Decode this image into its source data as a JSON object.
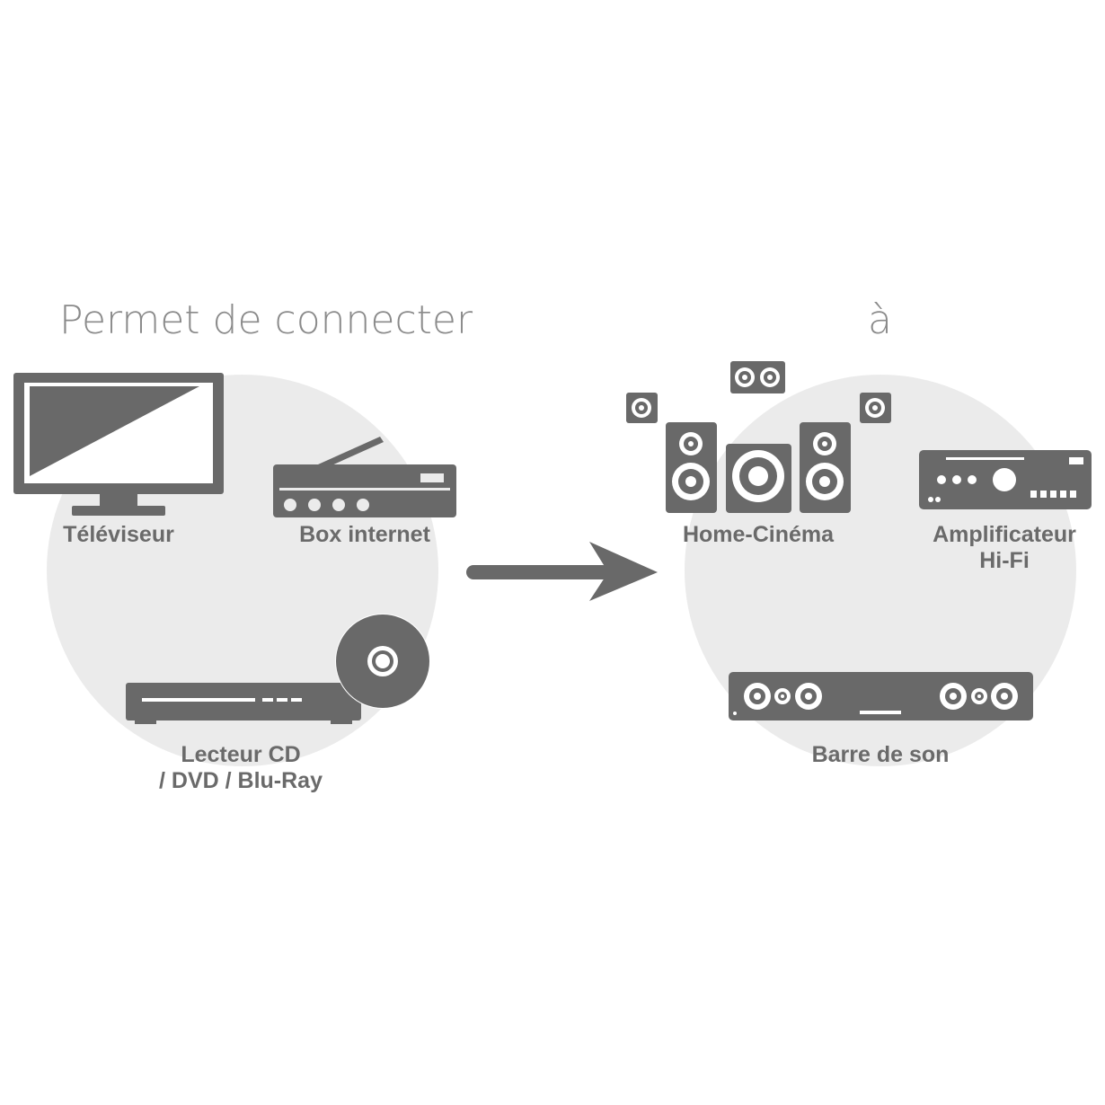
{
  "header": {
    "left_title": "Permet de connecter",
    "right_title": "à"
  },
  "sources": {
    "tv_label": "Téléviseur",
    "box_label": "Box internet",
    "player_label_line1": "Lecteur CD",
    "player_label_line2": "/ DVD / Blu-Ray"
  },
  "destinations": {
    "home_cinema_label": "Home-Cinéma",
    "amp_label_line1": "Amplificateur",
    "amp_label_line2": "Hi-Fi",
    "soundbar_label": "Barre de son"
  },
  "colors": {
    "icon": "#696969",
    "circle": "#ebebeb",
    "title": "#8a8a8a",
    "label": "#6a6a6a"
  },
  "icons": [
    "tv-icon",
    "internet-box-icon",
    "disc-player-icon",
    "arrow-right-icon",
    "home-cinema-icon",
    "amplifier-icon",
    "soundbar-icon"
  ]
}
